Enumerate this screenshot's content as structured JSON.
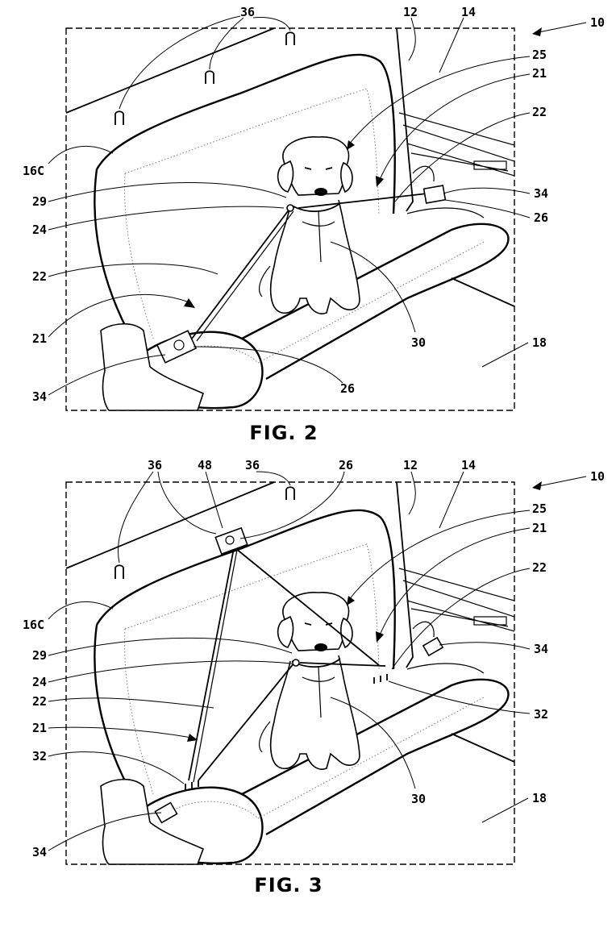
{
  "figures": [
    {
      "caption": "FIG. 2",
      "labels": {
        "l36": "36",
        "l12": "12",
        "l14": "14",
        "l10": "10",
        "l25": "25",
        "l21r": "21",
        "l22r": "22",
        "l16c": "16C",
        "l29": "29",
        "l34r": "34",
        "l24": "24",
        "l26r": "26",
        "l22l": "22",
        "l21l": "21",
        "l30": "30",
        "l18": "18",
        "l34l": "34",
        "l26b": "26"
      }
    },
    {
      "caption": "FIG. 3",
      "labels": {
        "l36a": "36",
        "l48": "48",
        "l36b": "36",
        "l26": "26",
        "l12": "12",
        "l14": "14",
        "l10": "10",
        "l25": "25",
        "l21r": "21",
        "l22r": "22",
        "l16c": "16C",
        "l34r": "34",
        "l29": "29",
        "l24": "24",
        "l22l": "22",
        "l32r": "32",
        "l21l": "21",
        "l32l": "32",
        "l30": "30",
        "l18": "18",
        "l34l": "34"
      }
    }
  ]
}
